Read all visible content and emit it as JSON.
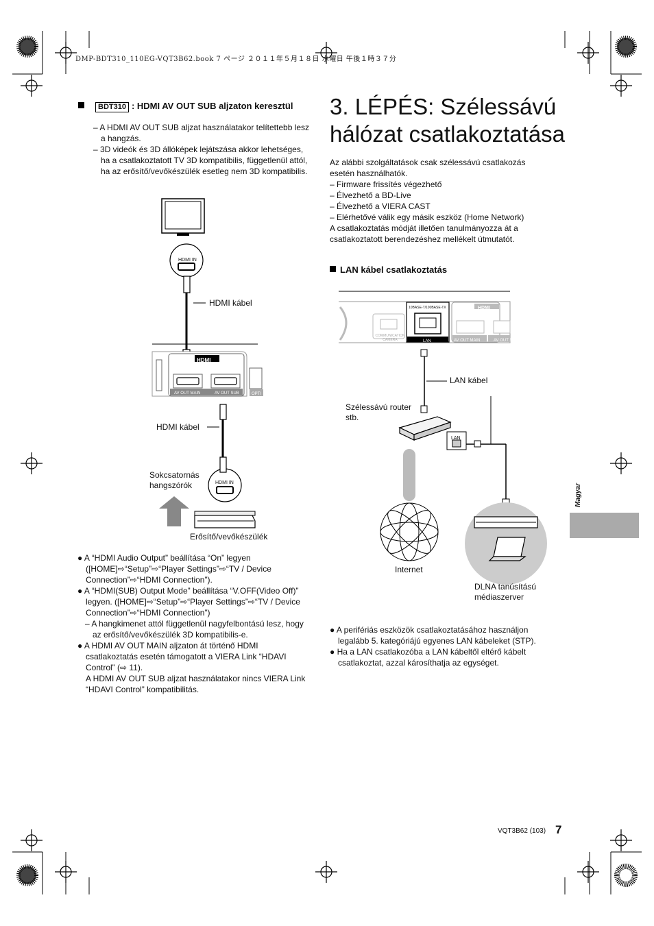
{
  "header": {
    "file_line": "DMP-BDT310_110EG-VQT3B62.book  7 ページ  ２０１１年５月１８日  水曜日  午後１時３７分"
  },
  "left": {
    "badge": "BDT310",
    "heading": ": HDMI AV OUT SUB aljzaton keresztül",
    "dashes": [
      "– A HDMI AV OUT SUB aljzat használatakor telítettebb lesz a hangzás.",
      "– 3D videók és 3D állóképek lejátszása akkor lehetséges, ha a csatlakoztatott TV 3D kompatibilis, függetlenül attól, ha az erősítő/vevőkészülék esetleg nem 3D kompatibilis."
    ],
    "diagram": {
      "hdmi_in_tv": "HDMI IN",
      "hdmi_cable_1": "HDMI kábel",
      "av_out_main": "AV OUT   MAIN",
      "av_out_sub": "AV OUT   SUB",
      "hdmi_logo": "HDMI",
      "optical": "OPTI",
      "hdmi_cable_2": "HDMI kábel",
      "surround_label": "Sokcsatornás hangszórók",
      "hdmi_in_amp": "HDMI IN",
      "amp_label": "Erősítő/vevőkészülék"
    },
    "bullets": [
      "● A “HDMI Audio Output” beállítása “On” legyen ([HOME]⇨“Setup”⇨“Player Settings”⇨“TV / Device Connection”⇨“HDMI Connection”).",
      "● A “HDMI(SUB) Output Mode” beállítása “V.OFF(Video Off)” legyen. ([HOME]⇨“Setup”⇨“Player Settings”⇨“TV / Device Connection”⇨“HDMI Connection”)"
    ],
    "sub_dash": "– A hangkimenet attól függetlenül nagyfelbontású lesz, hogy az erősítő/vevőkészülék 3D kompatibilis-e.",
    "bullet3": "● A HDMI AV OUT MAIN aljzaton át történő HDMI csatlakoztatás esetén támogatott a VIERA Link “HDAVI Control” (⇨ 11).",
    "bullet3_cont": "A HDMI AV OUT SUB aljzat használatakor nincs VIERA Link “HDAVI Control” kompatibilitás."
  },
  "right": {
    "title": "3. LÉPÉS: Szélessávú hálózat csatlakoztatása",
    "intro": "Az alábbi szolgáltatások csak szélessávú csatlakozás esetén használhatók.",
    "services": [
      "– Firmware frissítés végezhető",
      "– Élvezhető a BD-Live",
      "– Élvezhető a VIERA CAST",
      "– Elérhetővé válik egy másik eszköz (Home Network)"
    ],
    "note": "A csatlakoztatás módját illetően tanulmányozza át a csatlakoztatott berendezéshez mellékelt útmutatót.",
    "lan_heading": "LAN kábel csatlakoztatás",
    "diagram": {
      "port_label": "10BASE-T/100BASE-TX",
      "lan_port": "LAN",
      "comm_camera": "COMMUNICATION CAMERA",
      "av_out_main": "AV OUT   MAIN",
      "av_out_sub": "AV OUT   S",
      "hdmi_logo": "HDMI",
      "lan_cable": "LAN kábel",
      "router_label": "Szélessávú router stb.",
      "router_lan": "LAN",
      "internet": "Internet",
      "dlna": "DLNA tanúsítású médiaszerver"
    },
    "bullets": [
      "● A perifériás eszközök csatlakoztatásához használjon legalább 5. kategóriájú egyenes LAN kábeleket (STP).",
      "● Ha a LAN csatlakozóba a LAN kábeltől eltérő kábelt csatlakoztat, azzal károsíthatja az egységet."
    ]
  },
  "side": {
    "language": "Magyar"
  },
  "footer": {
    "code": "VQT3B62   (103)",
    "page": "7"
  }
}
